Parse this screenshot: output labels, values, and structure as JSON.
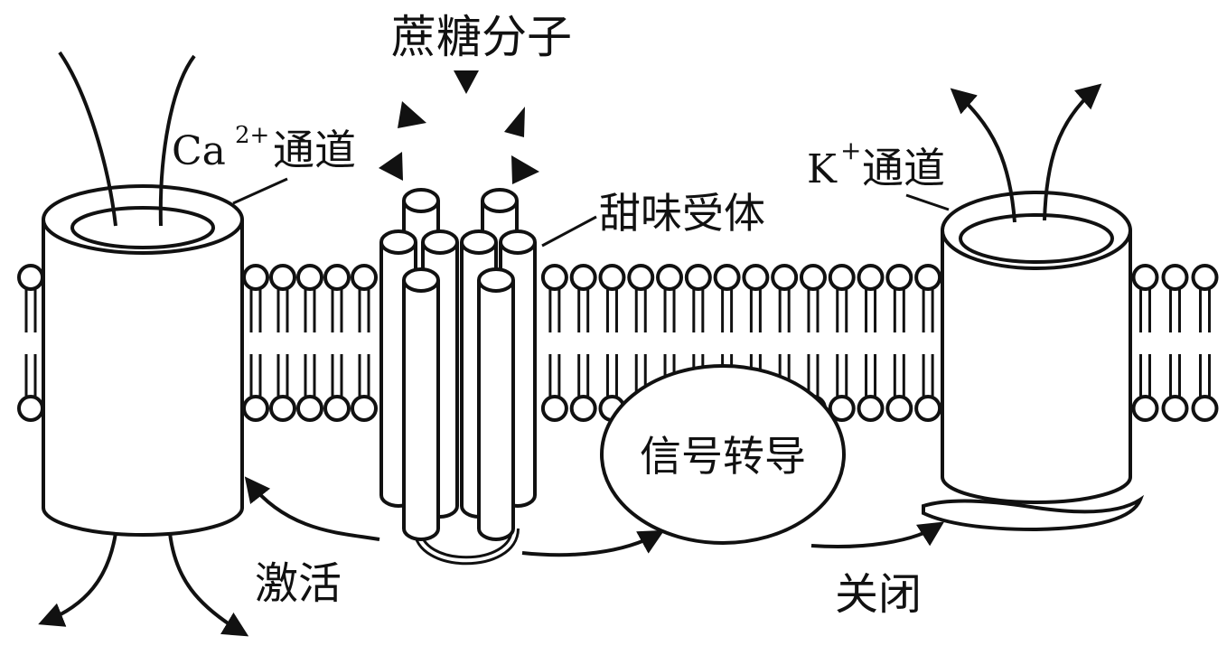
{
  "labels": {
    "sucrose": "蔗糖分子",
    "ca_name": "Ca",
    "ca_charge": "2+",
    "ca_suffix": "通道",
    "k_name": "K",
    "k_charge": "+",
    "k_suffix": "通道",
    "receptor": "甜味受体",
    "signal": "信号转导",
    "activate": "激活",
    "close": "关闭"
  },
  "colors": {
    "ink": "#111111",
    "paper": "#ffffff"
  }
}
